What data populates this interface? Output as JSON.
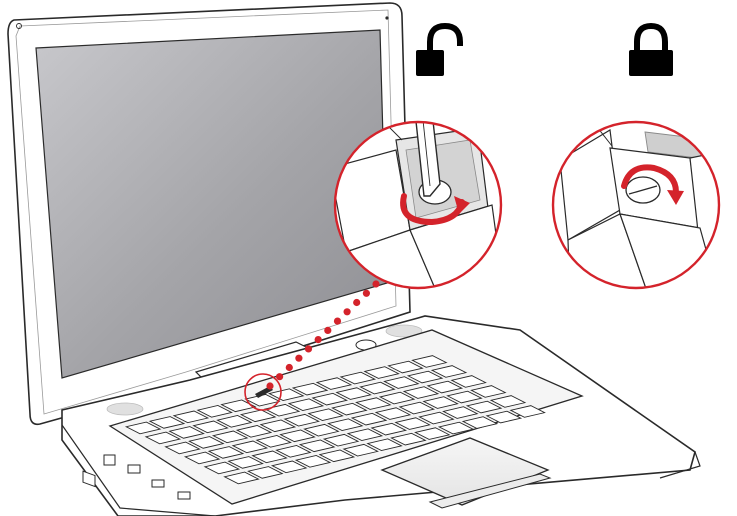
{
  "figure": {
    "subject": "laptop-keyboard-release-diagram",
    "icons": {
      "left": "unlocked-padlock-icon",
      "right": "locked-padlock-icon"
    },
    "insets": {
      "left": {
        "action": "unlock",
        "rotation": "counterclockwise",
        "tool": "flat-blade-screwdriver"
      },
      "right": {
        "action": "lock",
        "rotation": "clockwise"
      }
    },
    "colors": {
      "accent": "#d4232b",
      "outline": "#2a2a2a",
      "screen": "#a9a9ad",
      "body": "#ffffff",
      "trackpad": "#f1f1f1"
    }
  }
}
